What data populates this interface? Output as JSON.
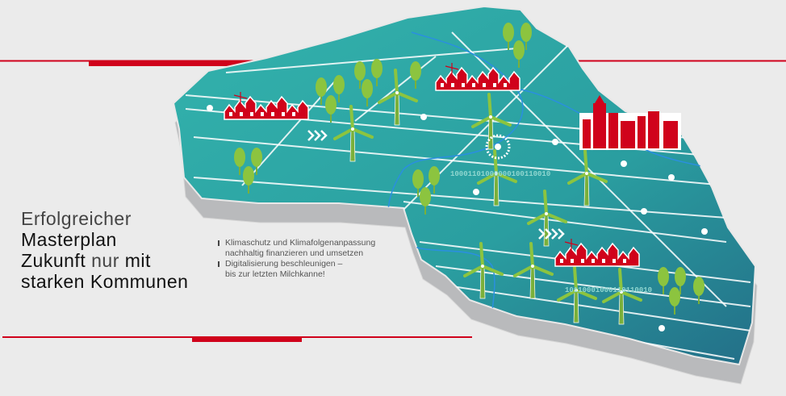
{
  "headline": {
    "line1": "Erfolgreicher",
    "line2": "Masterplan",
    "line3_a": "Zukunft",
    "line3_b": "nur",
    "line3_c": "mit",
    "line4": "starken Kommunen"
  },
  "bullets": [
    {
      "line1": "Klimaschutz und Klimafolgenanpassung",
      "line2": "nachhaltig finanzieren und umsetzen"
    },
    {
      "line1": "Digitalisierung beschleunigen –",
      "line2": "bis zur letzten Milchkanne!"
    }
  ],
  "map": {
    "binary_1": "10001101000000100110010",
    "binary_2": "10110001000110110010"
  },
  "colors": {
    "accent_red": "#d0021b",
    "map_teal": "#2aa6a3",
    "map_side": "#b9babc",
    "tree_green": "#8cc43f",
    "river_blue": "#2a8fe0",
    "background": "#ebebeb"
  }
}
